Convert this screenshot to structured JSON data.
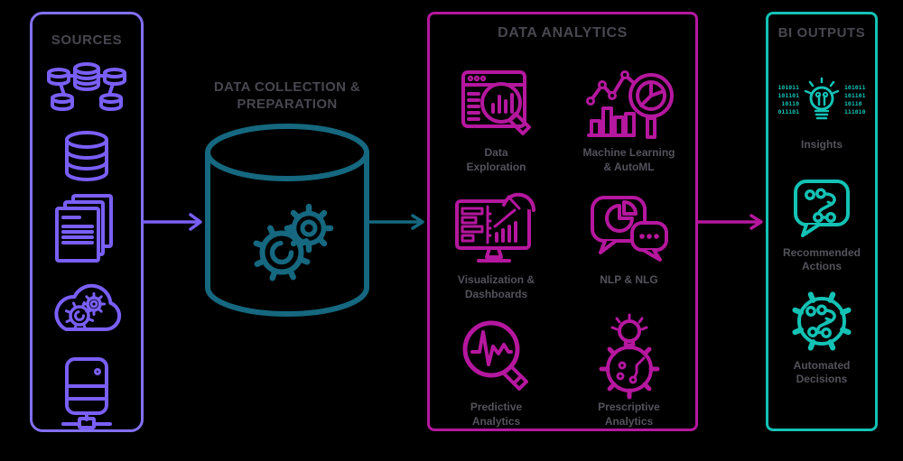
{
  "colors": {
    "purple": "#7a5ff6",
    "dark_teal": "#15687f",
    "magenta": "#b5179e",
    "bright_teal": "#13c2b5",
    "heading_text": "#47474f",
    "label_text": "#53535c"
  },
  "sources": {
    "title": "SOURCES",
    "icons": [
      "database-cluster",
      "database",
      "documents",
      "cloud-gears",
      "server"
    ]
  },
  "collection": {
    "title_lines": [
      "DATA COLLECTION &",
      "PREPARATION"
    ],
    "icon": "cylinder-with-gears"
  },
  "flow_arrows": [
    "sources-to-collection",
    "collection-to-analytics",
    "analytics-to-bi-outputs"
  ],
  "analytics": {
    "title": "DATA ANALYTICS",
    "items": [
      {
        "icon": "browser-magnifier-barchart",
        "label_lines": [
          "Data",
          "Exploration"
        ]
      },
      {
        "icon": "chart-magnifier-pie",
        "label_lines": [
          "Machine Learning",
          "& AutoML"
        ]
      },
      {
        "icon": "monitor-dashboard-gauge",
        "label_lines": [
          "Visualization &",
          "Dashboards"
        ]
      },
      {
        "icon": "speech-bubbles-pie-dots",
        "label_lines": [
          "NLP & NLG"
        ]
      },
      {
        "icon": "magnifier-trendline",
        "label_lines": [
          "Predictive",
          "Analytics"
        ]
      },
      {
        "icon": "gear-lightbulb-circuit",
        "label_lines": [
          "Prescriptive",
          "Analytics"
        ]
      }
    ]
  },
  "bi_outputs": {
    "title": "BI OUTPUTS",
    "items": [
      {
        "icon": "lightbulb-binary",
        "label_lines": [
          "Insights"
        ],
        "binary_left": [
          "101011",
          "101101",
          "10110",
          "011101"
        ],
        "binary_right": [
          "101011",
          "101101",
          "10110",
          "111010"
        ]
      },
      {
        "icon": "speech-bubble-flow-nodes",
        "label_lines": [
          "Recommended",
          "Actions"
        ]
      },
      {
        "icon": "gear-flow-nodes",
        "label_lines": [
          "Automated",
          "Decisions"
        ]
      }
    ]
  }
}
